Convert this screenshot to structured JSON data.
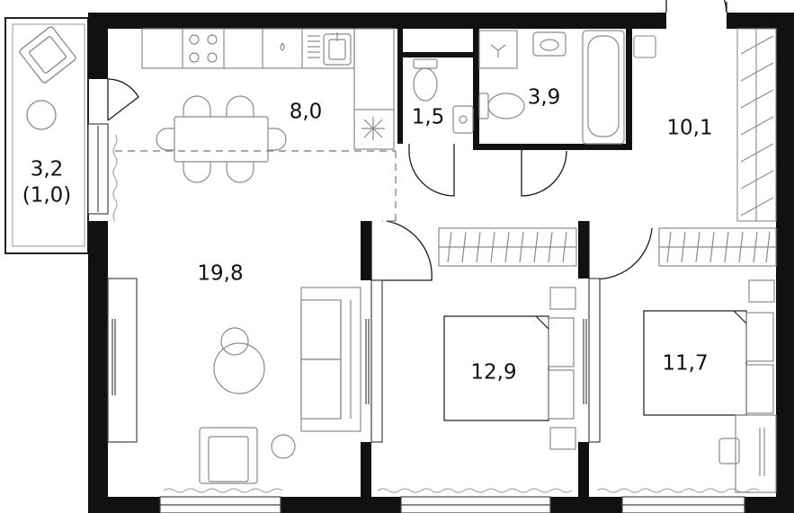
{
  "plan": {
    "wall_color": "#111111",
    "line_color": "#1a1a1a",
    "furniture_color": "#8a8a8a",
    "background": "#ffffff"
  },
  "rooms": {
    "balcony": {
      "area": "3,2",
      "area_secondary": "(1,0)"
    },
    "kitchen": {
      "area": "8,0"
    },
    "wc": {
      "area": "1,5"
    },
    "bathroom": {
      "area": "3,9"
    },
    "hall": {
      "area": "10,1"
    },
    "living": {
      "area": "19,8"
    },
    "bedroom_1": {
      "area": "12,9"
    },
    "bedroom_2": {
      "area": "11,7"
    }
  }
}
